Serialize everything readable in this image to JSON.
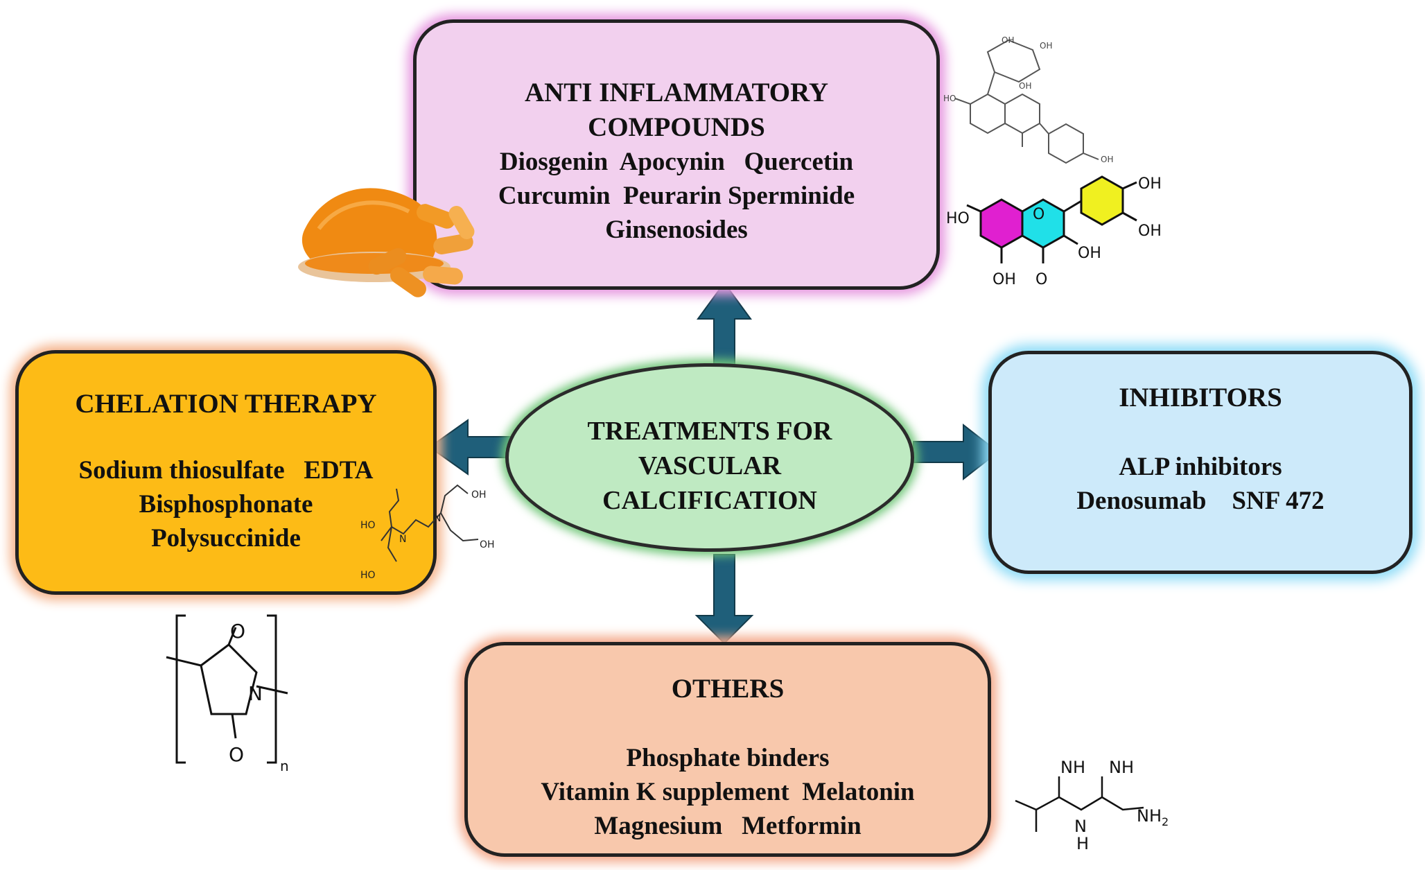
{
  "center": {
    "lines": [
      "TREATMENTS FOR",
      "VASCULAR",
      "CALCIFICATION"
    ]
  },
  "anti_inflammatory": {
    "title_lines": [
      "ANTI INFLAMMATORY",
      "COMPOUNDS"
    ],
    "items_lines": [
      "Diosgenin  Apocynin   Quercetin",
      "Curcumin  Peurarin Sperminide",
      "Ginsenosides"
    ]
  },
  "chelation": {
    "title": "CHELATION THERAPY",
    "items_lines": [
      "Sodium thiosulfate   EDTA",
      "Bisphosphonate",
      "Polysuccinide"
    ]
  },
  "inhibitors": {
    "title": "INHIBITORS",
    "items_lines": [
      "ALP inhibitors",
      "Denosumab    SNF 472"
    ]
  },
  "others": {
    "title": "OTHERS",
    "items_lines": [
      "Phosphate binders",
      "Vitamin K supplement  Melatonin",
      "Magnesium   Metformin"
    ]
  },
  "structure_labels": {
    "oh": "OH",
    "ho": "HO",
    "o": "O",
    "n": "N",
    "nh": "NH",
    "nh2": "NH",
    "h": "H",
    "sub_n": "n",
    "sub_2": "2"
  },
  "colors": {
    "arrow": "#1f5f7a",
    "anti_fill": "#f2d0ee",
    "anti_glow": "#e79ae0",
    "chel_fill": "#fdbb16",
    "chel_glow": "#f5b58e",
    "inh_fill": "#cdeafa",
    "inh_glow": "#8fdcf7",
    "oth_fill": "#f8c8ac",
    "oth_glow": "#f4a98a",
    "center_fill": "#bfeac2",
    "center_glow": "#72c77a",
    "ring_magenta": "#e020d0",
    "ring_cyan": "#20e0e8",
    "ring_yellow": "#f0f020"
  }
}
